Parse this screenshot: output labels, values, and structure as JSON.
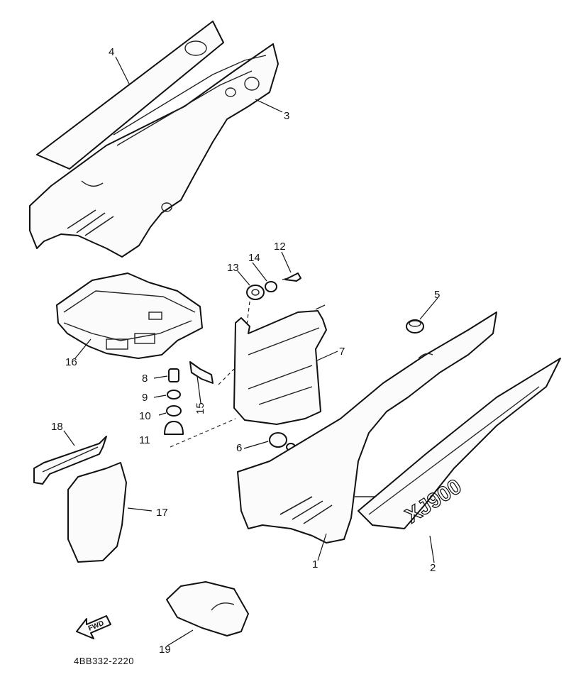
{
  "diagram": {
    "callouts": {
      "c1": "1",
      "c2": "2",
      "c3": "3",
      "c4": "4",
      "c5": "5",
      "c6": "6",
      "c7": "7",
      "c8": "8",
      "c9": "9",
      "c10": "10",
      "c11": "11",
      "c12": "12",
      "c13": "13",
      "c14": "14",
      "c15": "15",
      "c16": "16",
      "c17": "17",
      "c18": "18",
      "c19": "19"
    },
    "fwd_label": "FWD",
    "emblem_text": "XJ900",
    "drawing_number": "4BB332-2220"
  }
}
